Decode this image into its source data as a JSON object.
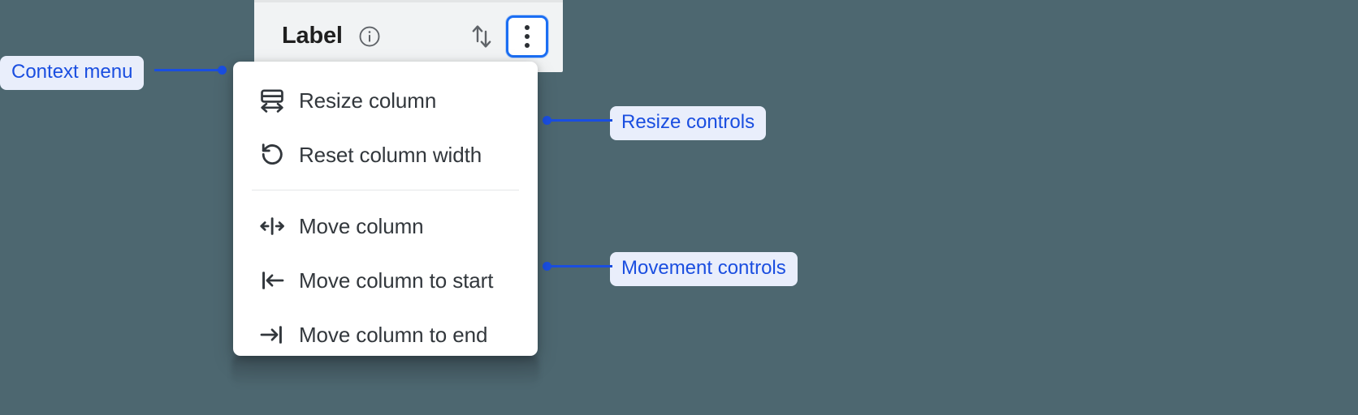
{
  "background_color": "#4d6770",
  "accent_color": "#1a4ee0",
  "focus_ring_color": "#1b6ef3",
  "column_header": {
    "label": "Label",
    "info_icon": "info-circle-icon",
    "sort_icon": "sort-up-down-icon",
    "overflow_icon": "kebab-menu-icon",
    "panel_background": "#f1f3f4"
  },
  "context_menu": {
    "groups": [
      {
        "name": "resize",
        "items": [
          {
            "icon": "resize-column-icon",
            "label": "Resize column"
          },
          {
            "icon": "reset-width-icon",
            "label": "Reset column width"
          }
        ]
      },
      {
        "name": "movement",
        "items": [
          {
            "icon": "move-column-icon",
            "label": "Move column"
          },
          {
            "icon": "move-to-start-icon",
            "label": "Move column to start"
          },
          {
            "icon": "move-to-end-icon",
            "label": "Move column to end"
          }
        ]
      }
    ]
  },
  "annotations": [
    {
      "id": "context",
      "label": "Context menu"
    },
    {
      "id": "resize",
      "label": "Resize controls"
    },
    {
      "id": "movement",
      "label": "Movement controls"
    }
  ]
}
